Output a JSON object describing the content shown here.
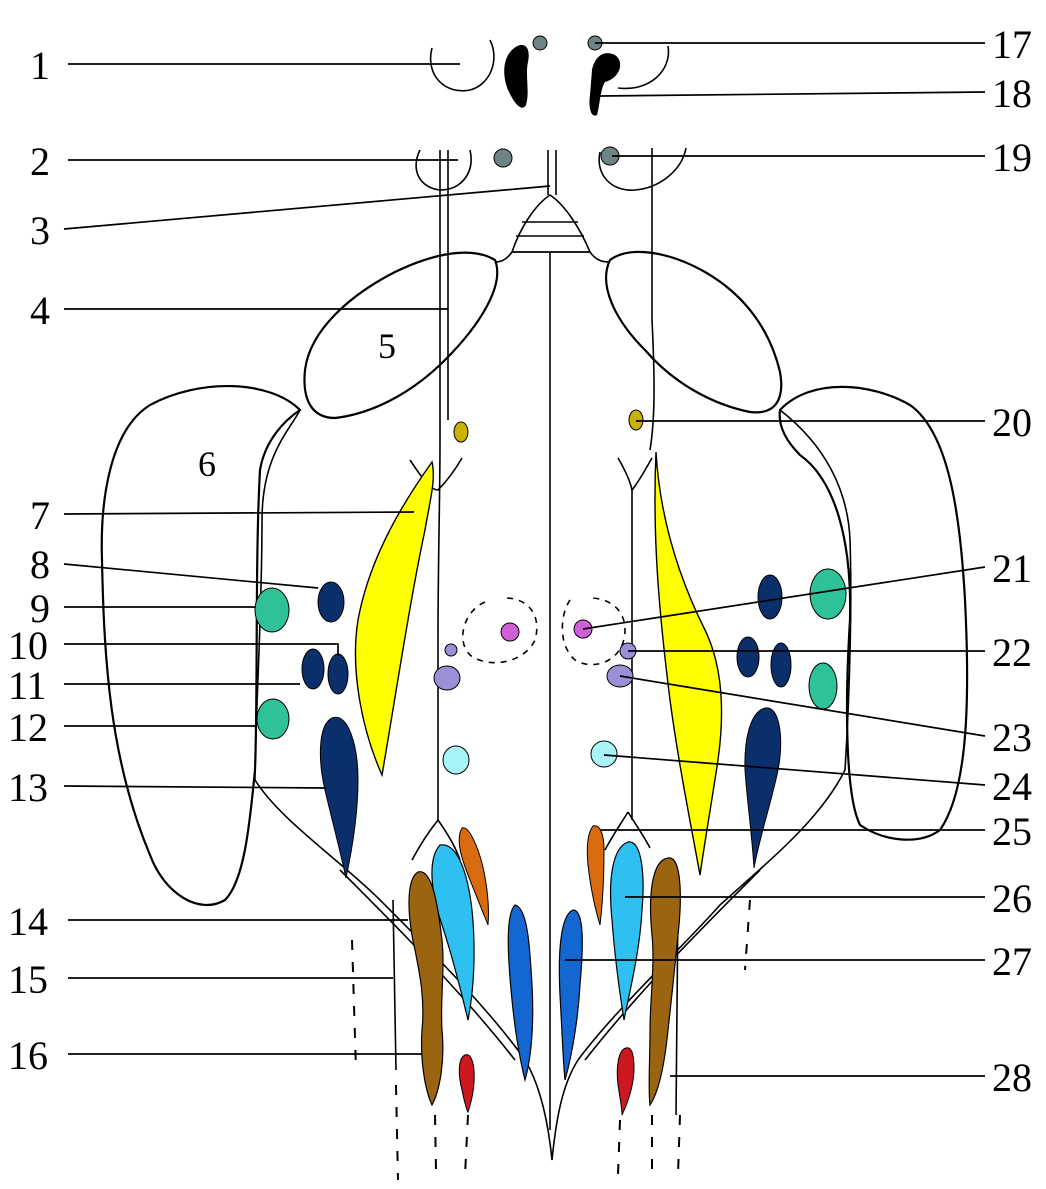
{
  "labels": {
    "l1": "1",
    "l2": "2",
    "l3": "3",
    "l4": "4",
    "l5": "5",
    "l6": "6",
    "l7": "7",
    "l8": "8",
    "l9": "9",
    "l10": "10",
    "l11": "11",
    "l12": "12",
    "l13": "13",
    "l14": "14",
    "l15": "15",
    "l16": "16",
    "l17": "17",
    "l18": "18",
    "l19": "19",
    "l20": "20",
    "l21": "21",
    "l22": "22",
    "l23": "23",
    "l24": "24",
    "l25": "25",
    "l26": "26",
    "l27": "27",
    "l28": "28"
  },
  "colors": {
    "yellow": "#ffff00",
    "ochre": "#c8b400",
    "navy": "#0b2f6b",
    "green": "#2fc197",
    "magenta": "#d060d8",
    "lavender": "#9a90d8",
    "pale_cyan": "#a8f4f8",
    "sky": "#2ec0f0",
    "orange": "#d86a10",
    "brown": "#9a6410",
    "blue": "#1466d0",
    "red": "#cc1820",
    "gray": "#6f8485",
    "black": "#000000"
  }
}
